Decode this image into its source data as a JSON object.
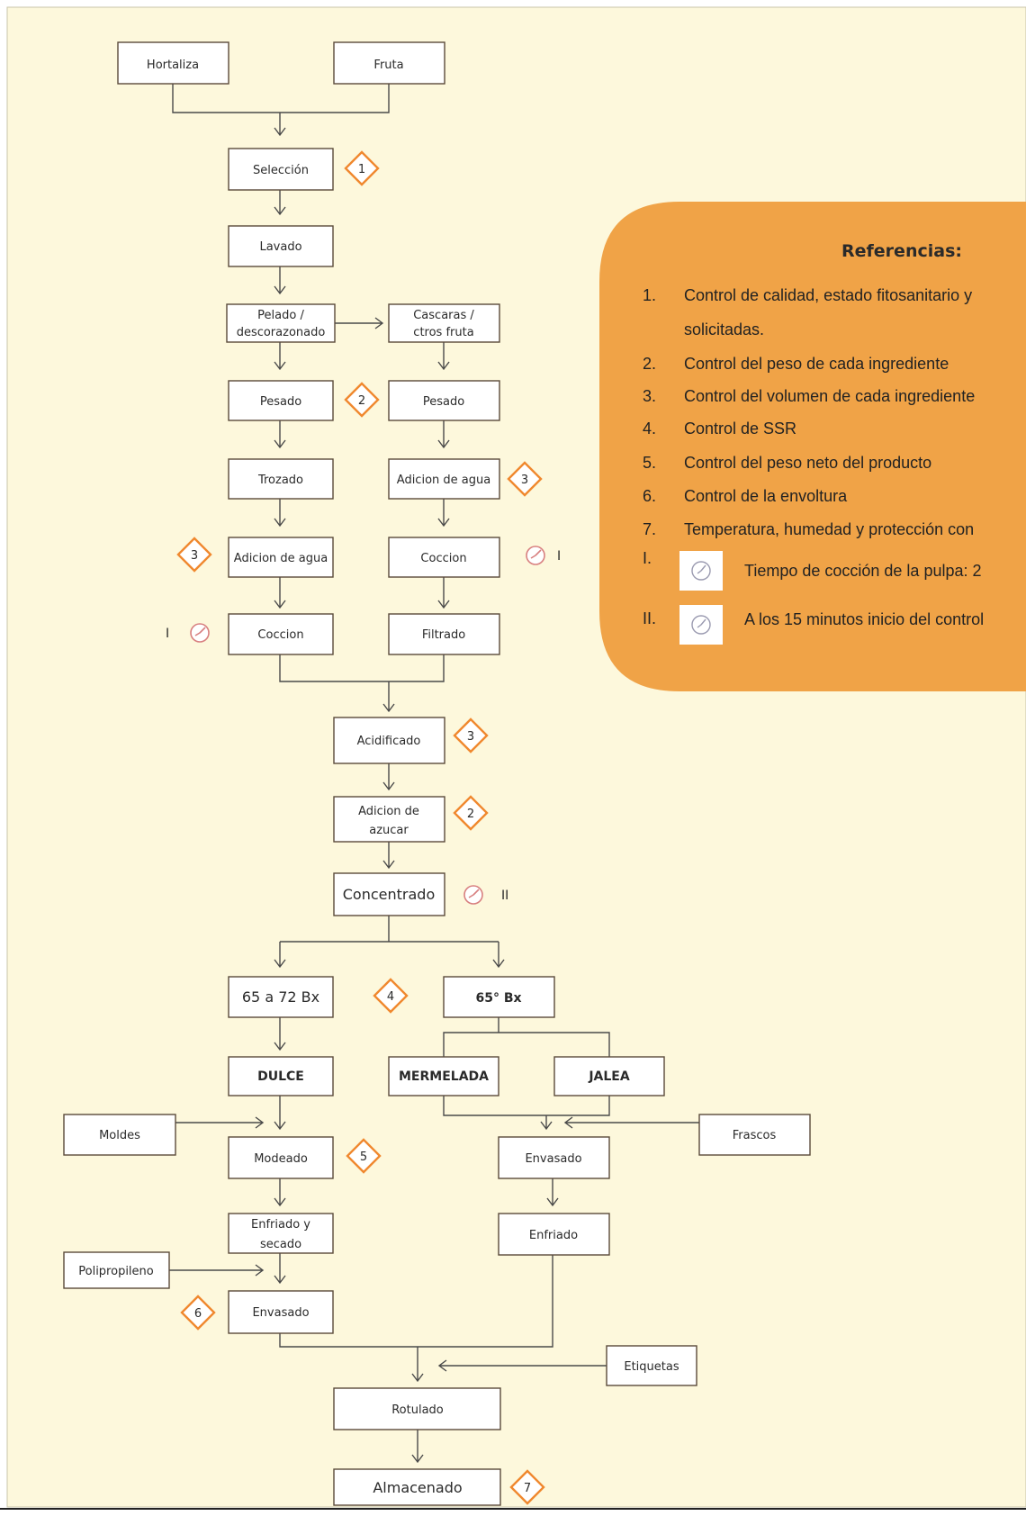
{
  "flow": {
    "hortaliza": "Hortaliza",
    "fruta": "Fruta",
    "seleccion": "Selección",
    "lavado": "Lavado",
    "pelado_1": "Pelado /",
    "pelado_2": "descorazonado",
    "cascaras_1": "Cascaras /",
    "cascaras_2": "ctros fruta",
    "pesado_left": "Pesado",
    "pesado_right": "Pesado",
    "trozado": "Trozado",
    "adicion_agua_right": "Adicion de agua",
    "adicion_agua_left": "Adicion de agua",
    "coccion_right": "Coccion",
    "coccion_left": "Coccion",
    "filtrado": "Filtrado",
    "acidificado": "Acidificado",
    "adicion_azucar_1": "Adicion de",
    "adicion_azucar_2": "azucar",
    "concentrado": "Concentrado",
    "bx_dulce": "65 a 72 Bx",
    "bx_mermelada": "65° Bx",
    "dulce": "DULCE",
    "mermelada": "MERMELADA",
    "jalea": "JALEA",
    "moldes": "Moldes",
    "modeado": "Modeado",
    "frascos": "Frascos",
    "envasado_right": "Envasado",
    "enfriado_secado_1": "Enfriado y",
    "enfriado_secado_2": "secado",
    "enfriado": "Enfriado",
    "polipropileno": "Polipropileno",
    "envasado_left": "Envasado",
    "etiquetas": "Etiquetas",
    "rotulado": "Rotulado",
    "almacenado": "Almacenado"
  },
  "markers": {
    "d_seleccion": "1",
    "d_pesado": "2",
    "d_adicion_agua_right": "3",
    "d_adicion_agua_left": "3",
    "d_acidificado": "3",
    "d_azucar": "2",
    "d_bx": "4",
    "d_modeado": "5",
    "d_envasado": "6",
    "d_almacenado": "7",
    "t_coccion_right": "I",
    "t_coccion_left": "I",
    "t_concentrado": "II"
  },
  "references": {
    "title": "Referencias:",
    "items": [
      {
        "num": "1.",
        "text": "Control de calidad, estado fitosanitario y"
      },
      {
        "num": "",
        "text": "solicitadas."
      },
      {
        "num": "2.",
        "text": "Control del peso de cada ingrediente"
      },
      {
        "num": "3.",
        "text": "Control del volumen de cada ingrediente"
      },
      {
        "num": "4.",
        "text": "Control de SSR"
      },
      {
        "num": "5.",
        "text": "Control del peso neto del producto"
      },
      {
        "num": "6.",
        "text": "Control de la envoltura"
      },
      {
        "num": "7.",
        "text": "Temperatura, humedad y protección con"
      },
      {
        "num": "I.",
        "text": "Tiempo de cocción de la pulpa: 2"
      },
      {
        "num": "II.",
        "text": "A los 15 minutos inicio del control"
      }
    ]
  },
  "colors": {
    "page_bg": "#fdf8dc",
    "panel_bg": "#f0a347",
    "diamond_stroke": "#f0882e",
    "clock_stroke": "#d88080"
  }
}
